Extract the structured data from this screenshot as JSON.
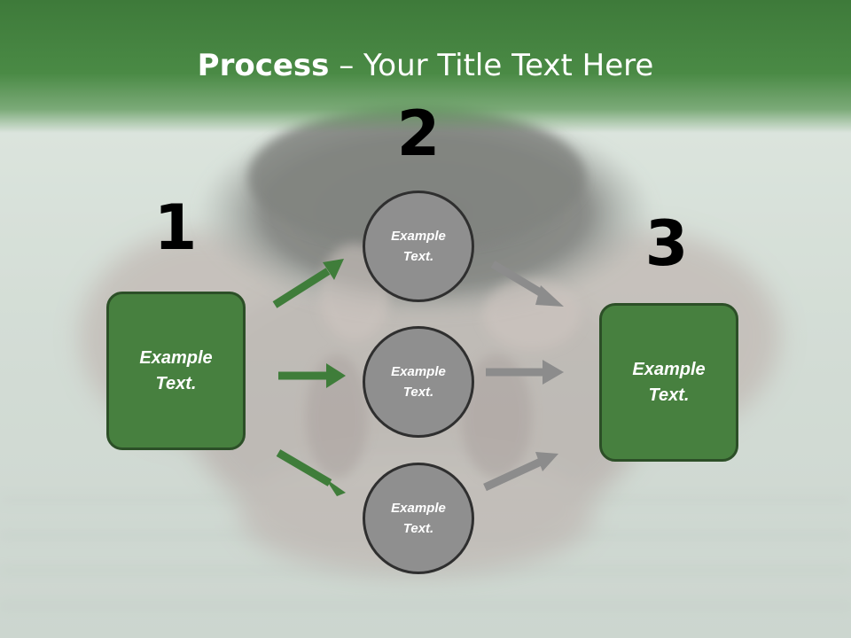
{
  "title": {
    "bold": "Process",
    "dash": " – ",
    "rest": "Your Title Text Here"
  },
  "steps": [
    {
      "number": "1",
      "label": "Example\nText."
    },
    {
      "number": "2",
      "label": ""
    },
    {
      "number": "3",
      "label": "Example\nText."
    }
  ],
  "circles": [
    {
      "label": "Example\nText."
    },
    {
      "label": "Example\nText."
    },
    {
      "label": "Example\nText."
    }
  ],
  "colors": {
    "green": "#47803f",
    "green_border": "#2c4f27",
    "gray": "#8f8f8f",
    "gray_arrow": "#8c8c8c",
    "green_arrow": "#3f7d3a"
  }
}
